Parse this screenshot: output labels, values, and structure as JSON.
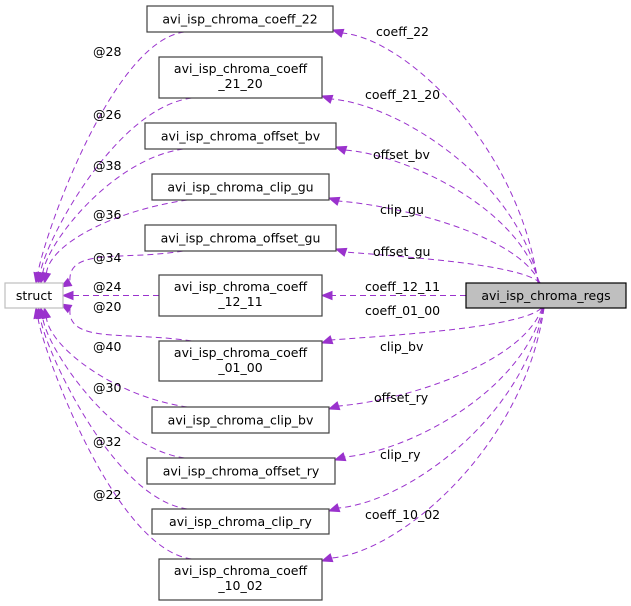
{
  "diagram": {
    "type": "collaboration-graph",
    "colors": {
      "edge": "#9a32cd",
      "node_border": "#404040",
      "struct_border": "#bfbfbf",
      "main_fill": "#bfbfbf"
    },
    "main_node": {
      "id": "regs",
      "label": "avi_isp_chroma_regs"
    },
    "base_node": {
      "id": "struct",
      "label": "struct"
    },
    "nodes": [
      {
        "id": "coeff_22",
        "lines": [
          "avi_isp_chroma_coeff_22"
        ],
        "member": "coeff_22",
        "offset": "@28"
      },
      {
        "id": "coeff_21_20",
        "lines": [
          "avi_isp_chroma_coeff",
          "_21_20"
        ],
        "member": "coeff_21_20",
        "offset": "@26"
      },
      {
        "id": "offset_bv",
        "lines": [
          "avi_isp_chroma_offset_bv"
        ],
        "member": "offset_bv",
        "offset": "@38"
      },
      {
        "id": "clip_gu",
        "lines": [
          "avi_isp_chroma_clip_gu"
        ],
        "member": "clip_gu",
        "offset": "@36"
      },
      {
        "id": "offset_gu",
        "lines": [
          "avi_isp_chroma_offset_gu"
        ],
        "member": "offset_gu",
        "offset": "@34"
      },
      {
        "id": "coeff_12_11",
        "lines": [
          "avi_isp_chroma_coeff",
          "_12_11"
        ],
        "member": "coeff_12_11",
        "offset": "@24"
      },
      {
        "id": "coeff_01_00",
        "lines": [
          "avi_isp_chroma_coeff",
          "_01_00"
        ],
        "member": "coeff_01_00",
        "offset": "@20"
      },
      {
        "id": "clip_bv",
        "lines": [
          "avi_isp_chroma_clip_bv"
        ],
        "member": "clip_bv",
        "offset": "@40"
      },
      {
        "id": "offset_ry",
        "lines": [
          "avi_isp_chroma_offset_ry"
        ],
        "member": "offset_ry",
        "offset": "@30"
      },
      {
        "id": "clip_ry",
        "lines": [
          "avi_isp_chroma_clip_ry"
        ],
        "member": "clip_ry",
        "offset": "@32"
      },
      {
        "id": "coeff_10_02",
        "lines": [
          "avi_isp_chroma_coeff",
          "_10_02"
        ],
        "member": "coeff_10_02",
        "offset": "@22"
      }
    ]
  }
}
